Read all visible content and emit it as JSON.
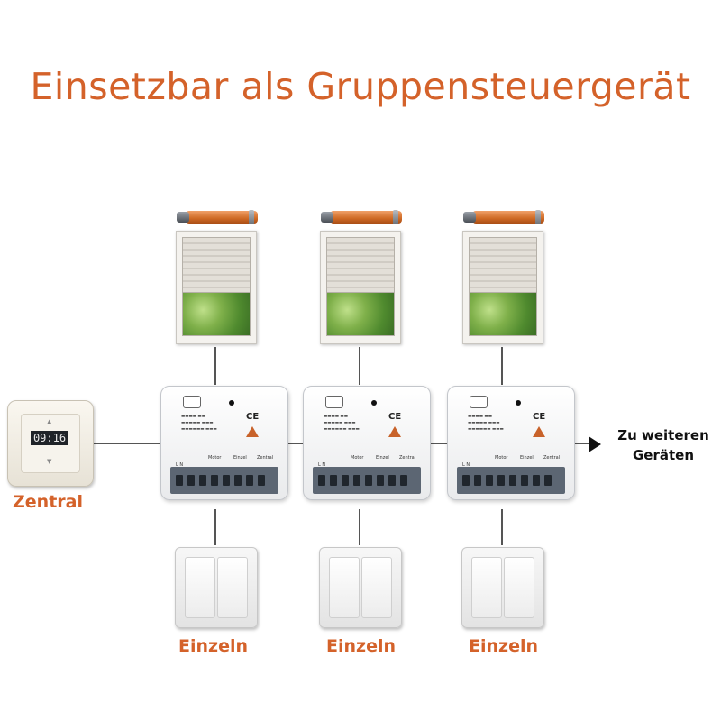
{
  "title": "Einsetzbar als Gruppensteuergerät",
  "central": {
    "label": "Zentral",
    "display_time": "09:16"
  },
  "groups": [
    {
      "switch_label": "Einzeln"
    },
    {
      "switch_label": "Einzeln"
    },
    {
      "switch_label": "Einzeln"
    }
  ],
  "further_devices": {
    "line1": "Zu weiteren",
    "line2": "Geräten"
  },
  "module_labels": {
    "motor": "Motor",
    "einzel": "Einzel",
    "zentral": "Zentral",
    "terminals": "L N"
  },
  "colors": {
    "accent": "#d4622a",
    "wire": "#555555",
    "text_dark": "#111111"
  }
}
